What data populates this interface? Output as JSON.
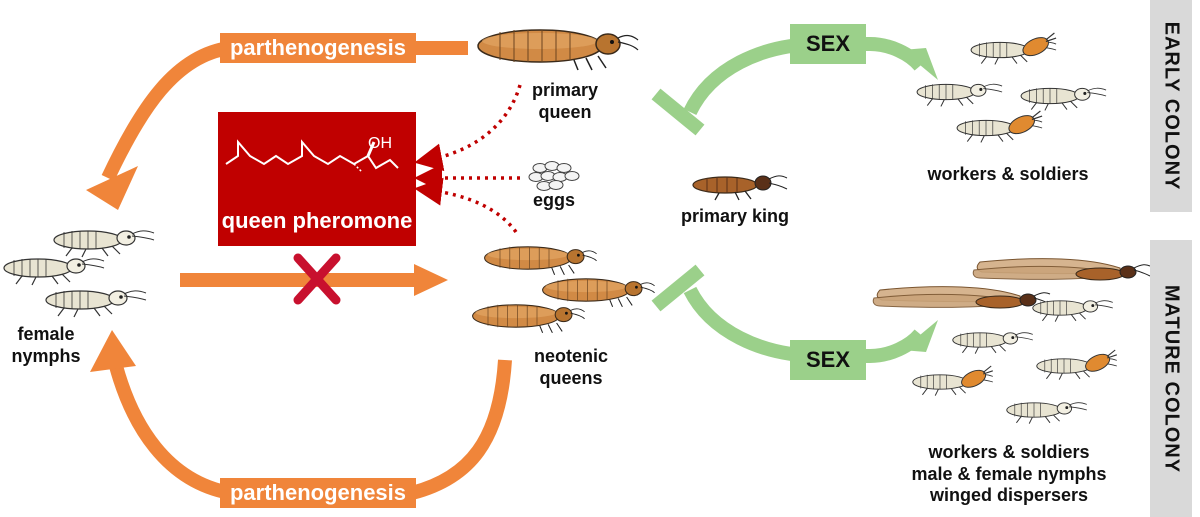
{
  "labels": {
    "parthenogenesis_top": "parthenogenesis",
    "parthenogenesis_bottom": "parthenogenesis",
    "queen_pheromone": "queen pheromone",
    "oh": "OH",
    "primary_queen": [
      "primary",
      "queen"
    ],
    "eggs": "eggs",
    "primary_king": "primary king",
    "neotenic_queens": [
      "neotenic",
      "queens"
    ],
    "female_nymphs": [
      "female",
      "nymphs"
    ],
    "sex_top": "SEX",
    "sex_bottom": "SEX",
    "workers_soldiers_early": "workers & soldiers",
    "mature_outcomes": [
      "workers & soldiers",
      "male & female nymphs",
      "winged dispersers"
    ],
    "early_colony": "EARLY COLONY",
    "mature_colony": "MATURE COLONY"
  },
  "colors": {
    "orange": "#f0853a",
    "green": "#9bd08a",
    "red": "#c00000",
    "queen_body": "#c77a35",
    "nymph_body": "#d8d2b8",
    "sidebar": "#d9d9d9"
  }
}
